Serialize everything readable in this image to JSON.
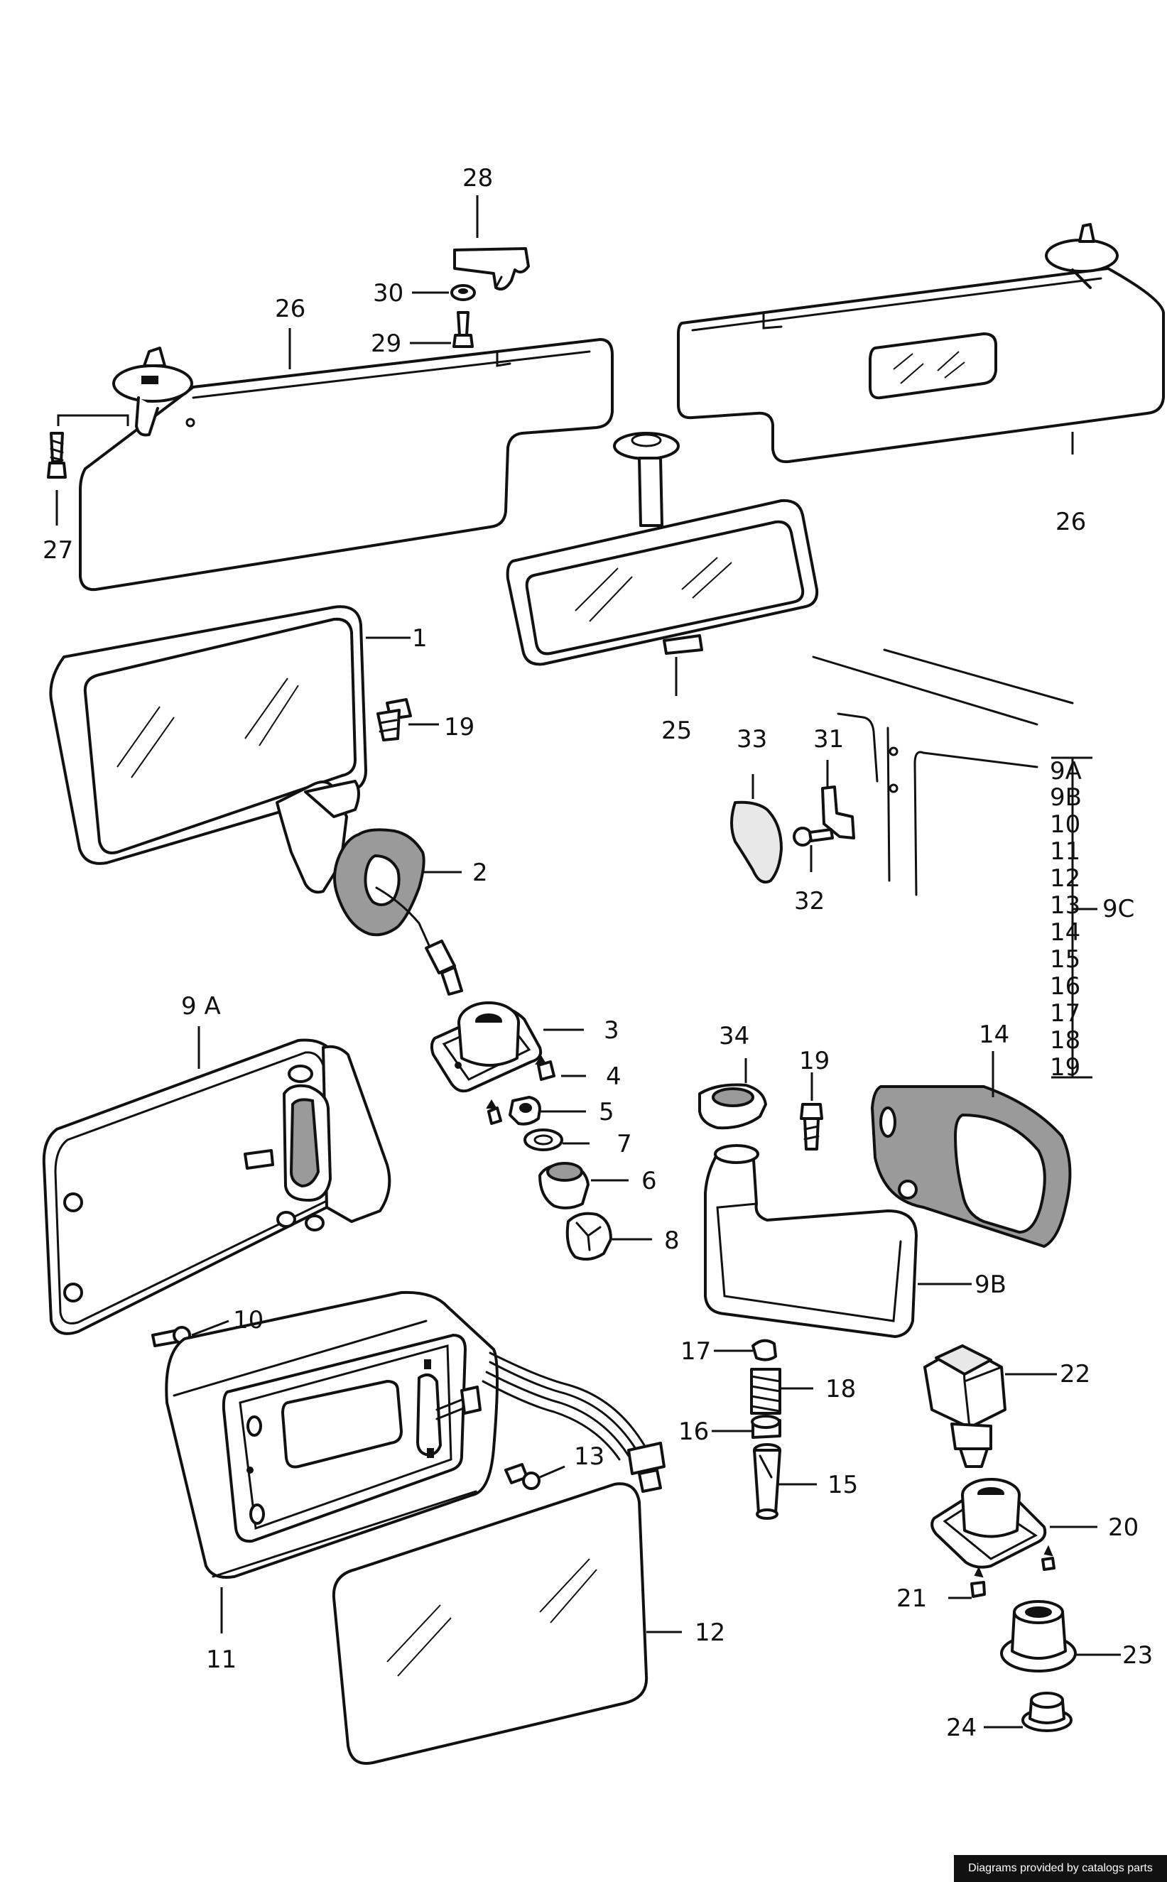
{
  "labels": {
    "l1": "1",
    "l2": "2",
    "l3": "3",
    "l4": "4",
    "l5": "5",
    "l6": "6",
    "l7": "7",
    "l8": "8",
    "l9a": "9 A",
    "l9b": "9B",
    "l10": "10",
    "l11": "11",
    "l12": "12",
    "l13": "13",
    "l14": "14",
    "l15": "15",
    "l16": "16",
    "l17": "17",
    "l18": "18",
    "l19a": "19",
    "l19b": "19",
    "l20": "20",
    "l21": "21",
    "l22": "22",
    "l23": "23",
    "l24": "24",
    "l25": "25",
    "l26a": "26",
    "l26b": "26",
    "l27": "27",
    "l28": "28",
    "l29": "29",
    "l30": "30",
    "l31": "31",
    "l32": "32",
    "l33": "33",
    "l34": "34"
  },
  "legend_9c": {
    "items": [
      "9A",
      "9B",
      "10",
      "11",
      "12",
      "13",
      "14",
      "15",
      "16",
      "17",
      "18",
      "19"
    ],
    "group_label": "9C"
  },
  "footer": {
    "credit": "Diagrams provided by catalogs parts"
  }
}
